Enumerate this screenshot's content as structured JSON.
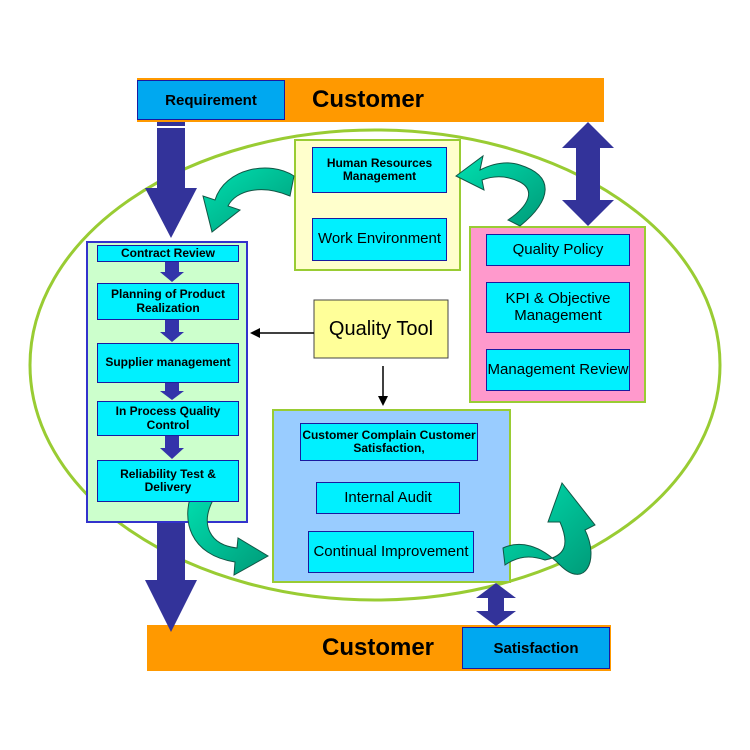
{
  "top_bar": {
    "badge": "Requirement",
    "title": "Customer"
  },
  "bottom_bar": {
    "title": "Customer",
    "badge": "Satisfaction"
  },
  "left_process": {
    "steps": [
      "Contract Review",
      "Planning of Product Realization",
      "Supplier management",
      "In Process Quality Control",
      "Reliability Test & Delivery"
    ]
  },
  "resources": {
    "hr": "Human Resources Management",
    "work": "Work Environment"
  },
  "management": {
    "policy": "Quality Policy",
    "kpi": "KPI & Objective Management",
    "review": "Management Review"
  },
  "center": {
    "quality_tool": "Quality Tool"
  },
  "improvement": {
    "complain": "Customer Complain Customer Satisfaction,",
    "audit": "Internal Audit",
    "continual": "Continual Improvement"
  },
  "colors": {
    "bar": "#ff9900",
    "badge": "#00a8f0",
    "box": "#00f0ff",
    "box_border": "#1a1aa0",
    "arrow": "#33339a",
    "curve_arrow": "#00c8a0",
    "ellipse": "#99cc33",
    "left_panel": "#ccffcc",
    "top_panel": "#ffffcc",
    "right_panel": "#ff99cc",
    "bottom_panel": "#99ccff",
    "tool_box": "#ffff99"
  }
}
